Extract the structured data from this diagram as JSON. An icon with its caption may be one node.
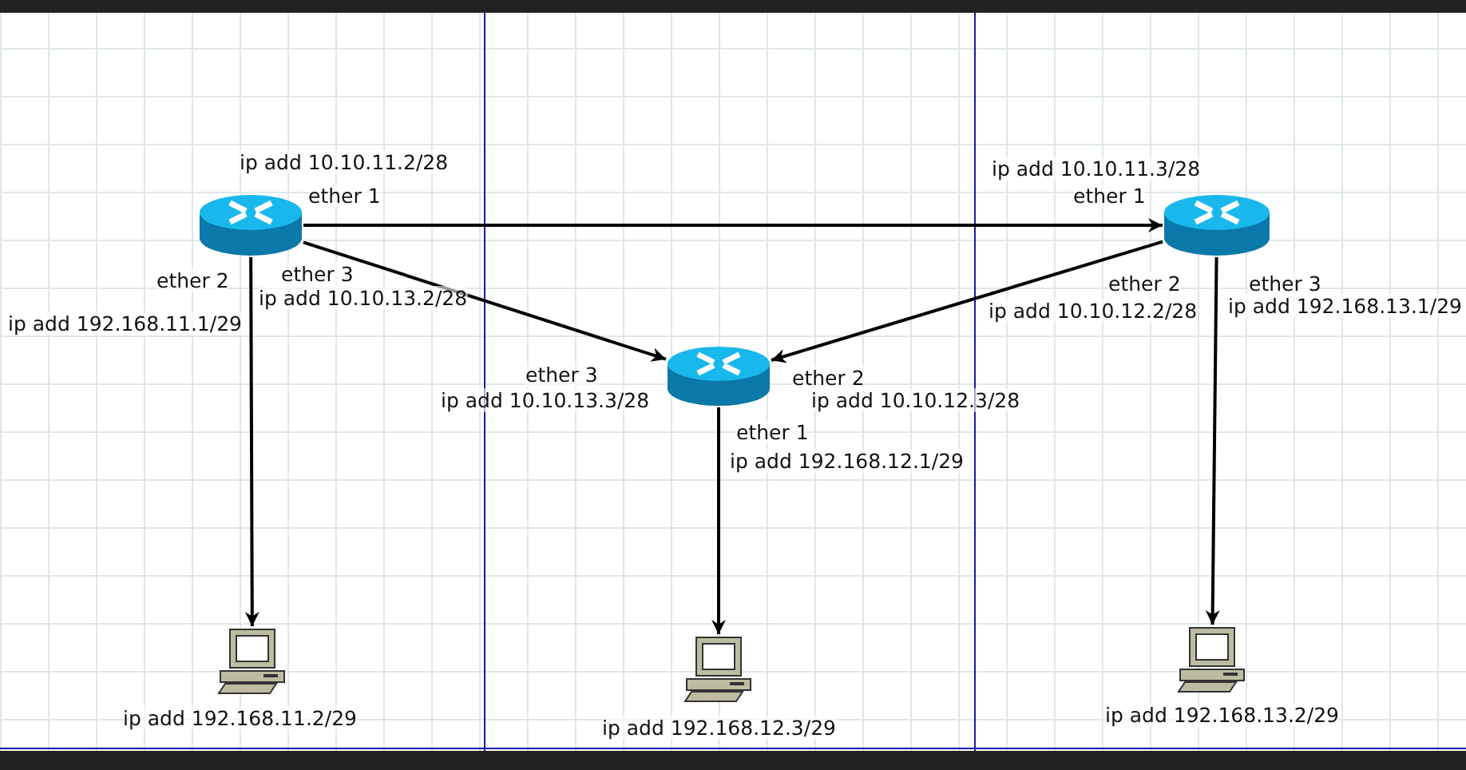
{
  "diagram": {
    "nodes": [
      {
        "text": [],
        "shape": "cylinder",
        "beside": [
          "ip add 10.10.11.2/28",
          "ether 1",
          "ether 2",
          "ether 3",
          "ip add 10.10.13.2/28",
          "ip add 192.168.11.1/29"
        ]
      },
      {
        "text": [],
        "shape": "cylinder",
        "beside": [
          "ip add 10.10.11.3/28",
          "ether 1",
          "ether 2",
          "ether 3",
          "ip add 10.10.12.2/28",
          "ip add 192.168.13.1/29"
        ]
      },
      {
        "text": [],
        "shape": "cylinder",
        "beside": [
          "ether 3",
          "ip add 10.10.13.3/28",
          "ether 2",
          "ip add 10.10.12.3/28",
          "ether 1",
          "ip add 192.168.12.1/29"
        ]
      },
      {
        "text": [],
        "shape": "picture",
        "beside": [
          "ip add 192.168.11.2/29"
        ]
      },
      {
        "text": [],
        "shape": "picture",
        "beside": [
          "ip add 192.168.12.3/29"
        ]
      },
      {
        "text": [],
        "shape": "picture",
        "beside": [
          "ip add 192.168.13.2/29"
        ]
      }
    ],
    "edges": [
      {
        "from": 0,
        "to": 1,
        "arrow": "to"
      },
      {
        "from": 0,
        "to": 2,
        "arrow": "to"
      },
      {
        "from": 1,
        "to": 2,
        "arrow": "to"
      },
      {
        "from": 0,
        "to": 3,
        "arrow": "to"
      },
      {
        "from": 2,
        "to": 4,
        "arrow": "to"
      },
      {
        "from": 1,
        "to": 5,
        "arrow": "to"
      }
    ]
  }
}
